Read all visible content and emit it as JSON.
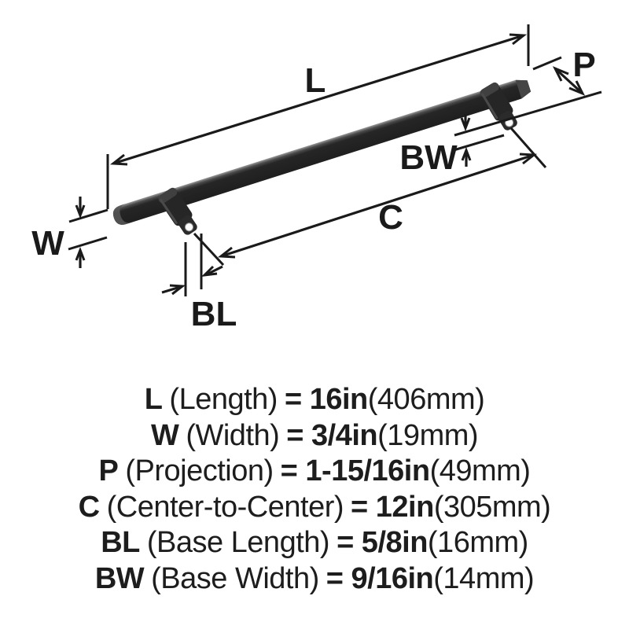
{
  "diagram": {
    "labels": {
      "l": "L",
      "w": "W",
      "p": "P",
      "c": "C",
      "bl": "BL",
      "bw": "BW"
    }
  },
  "specs": [
    {
      "sym": "L",
      "name": "(Length)",
      "val": "= 16in",
      "metric": "(406mm)"
    },
    {
      "sym": "W",
      "name": "(Width)",
      "val": "= 3/4in",
      "metric": "(19mm)"
    },
    {
      "sym": "P",
      "name": "(Projection)",
      "val": "= 1-15/16in",
      "metric": "(49mm)"
    },
    {
      "sym": "C",
      "name": "(Center-to-Center)",
      "val": "= 12in",
      "metric": "(305mm)"
    },
    {
      "sym": "BL",
      "name": "(Base Length)",
      "val": "= 5/8in",
      "metric": "(16mm)"
    },
    {
      "sym": "BW",
      "name": "(Base Width)",
      "val": "= 9/16in",
      "metric": "(14mm)"
    }
  ],
  "colors": {
    "background": "#ffffff",
    "ink": "#1a1a1a",
    "handle_body": "#262626",
    "handle_highlight": "#8c8c8c",
    "screw_hole": "#fdfdfd"
  }
}
